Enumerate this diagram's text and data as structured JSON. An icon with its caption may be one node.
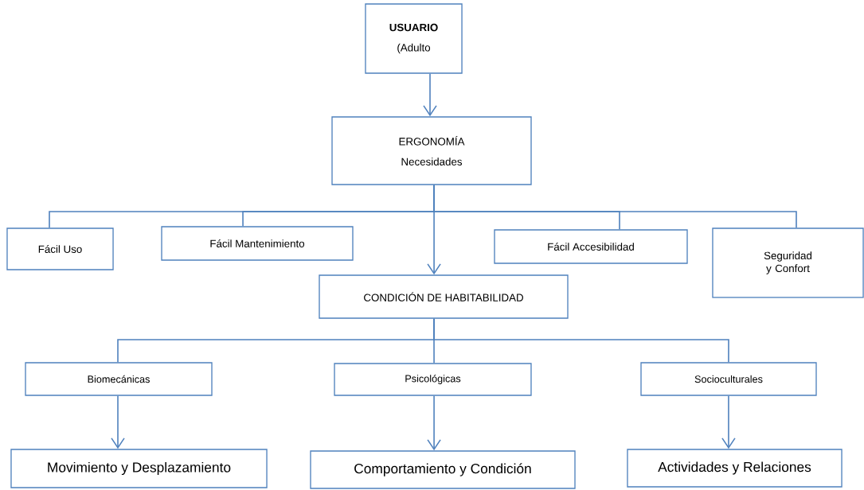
{
  "diagram": {
    "nodes": [
      {
        "text": [
          "USUARIO",
          "(Adulto"
        ]
      },
      {
        "text": [
          "ERGONOMÍA",
          "Necesidades"
        ]
      },
      {
        "text": [
          "Fácil Uso"
        ]
      },
      {
        "text": [
          "Fácil Mantenimiento"
        ]
      },
      {
        "text": [
          "Fácil Accesibilidad"
        ]
      },
      {
        "text": [
          "Seguridad y Confort"
        ]
      },
      {
        "text": [
          "CONDICIÓN DE HABITABILIDAD"
        ]
      },
      {
        "text": [
          "Biomecánicas"
        ]
      },
      {
        "text": [
          "Psicológicas"
        ]
      },
      {
        "text": [
          "Socioculturales"
        ]
      },
      {
        "text": [
          "Movimiento y Desplazamiento"
        ]
      },
      {
        "text": [
          "Comportamiento y Condición"
        ]
      },
      {
        "text": [
          "Actividades y Relaciones"
        ]
      }
    ],
    "edges": [
      {
        "from": 0,
        "to": 1,
        "arrow": "to"
      },
      {
        "from": 1,
        "to": 2,
        "arrow": "none"
      },
      {
        "from": 1,
        "to": 3,
        "arrow": "none"
      },
      {
        "from": 1,
        "to": 4,
        "arrow": "none"
      },
      {
        "from": 1,
        "to": 5,
        "arrow": "none"
      },
      {
        "from": 1,
        "to": 6,
        "arrow": "to"
      },
      {
        "from": 6,
        "to": 7,
        "arrow": "none"
      },
      {
        "from": 6,
        "to": 8,
        "arrow": "none"
      },
      {
        "from": 6,
        "to": 9,
        "arrow": "none"
      },
      {
        "from": 7,
        "to": 10,
        "arrow": "to"
      },
      {
        "from": 8,
        "to": 11,
        "arrow": "to"
      },
      {
        "from": 9,
        "to": 12,
        "arrow": "to"
      }
    ]
  }
}
